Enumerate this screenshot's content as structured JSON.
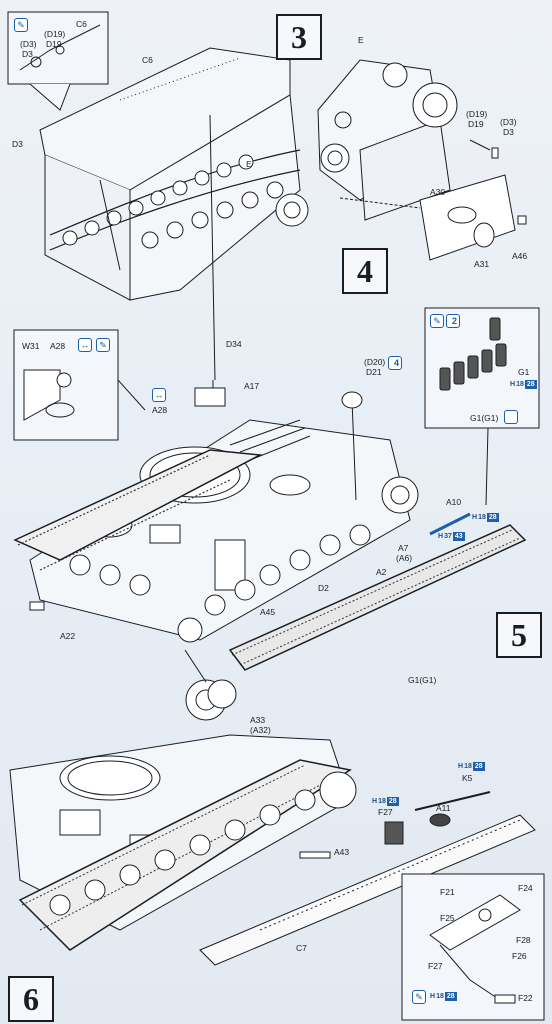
{
  "steps": {
    "s3": "3",
    "s4": "4",
    "s5": "5",
    "s6": "6"
  },
  "step3": {
    "inset_labels": [
      "C6",
      "(D19)",
      "D19",
      "(D3)",
      "D3"
    ],
    "labels": {
      "c6": "C6",
      "d3": "D3",
      "e": "E"
    }
  },
  "step4": {
    "labels": {
      "e": "E",
      "d19a": "(D19)",
      "d19b": "D19",
      "d3a": "(D3)",
      "d3b": "D3",
      "a30": "A30",
      "a31": "A31",
      "a46": "A46"
    }
  },
  "step5": {
    "inset_left": {
      "w31": "W31",
      "a28": "A28"
    },
    "inset_right": {
      "qty": "2",
      "g1": "G1",
      "g1g1": "G1(G1)",
      "h_code": "28",
      "h_pre": "H",
      "h_n": "18"
    },
    "labels": {
      "d34": "D34",
      "a17": "A17",
      "a28": "A28",
      "d20": "(D20)",
      "d21": "D21",
      "qty4": "4",
      "a10": "A10",
      "h18": "18",
      "h28": "28",
      "h37": "37",
      "h43": "43",
      "a7": "A7",
      "a6": "(A6)",
      "a2": "A2",
      "d2": "D2",
      "a45": "A45",
      "a22": "A22",
      "g1g1": "G1(G1)",
      "a33": "A33",
      "a32": "(A32)"
    }
  },
  "step6": {
    "labels": {
      "k5": "K5",
      "f27": "F27",
      "a11": "A11",
      "a43": "A43",
      "c7": "C7",
      "h18": "18",
      "h28": "28"
    },
    "inset": {
      "f21": "F21",
      "f24": "F24",
      "f25": "F25",
      "f28": "F28",
      "f27": "F27",
      "f26": "F26",
      "f22": "F22",
      "h18": "18",
      "h28": "28"
    }
  },
  "colors": {
    "accent_blue": "#1d5fa8",
    "line": "#1a1e24",
    "paper": "#e8eef4"
  },
  "icons": [
    "cement-icon",
    "paint-brush-icon",
    "both-sides-icon",
    "hole-icon"
  ]
}
